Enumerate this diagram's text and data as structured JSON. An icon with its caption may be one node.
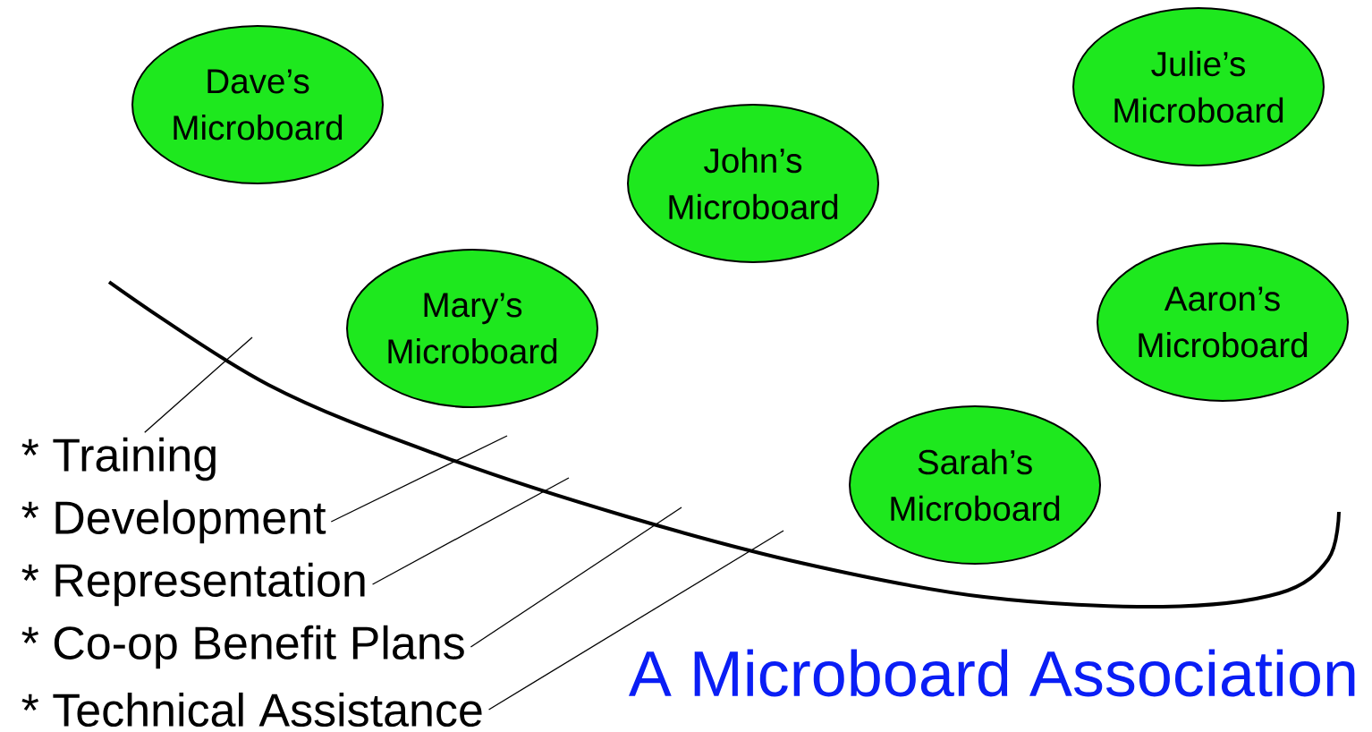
{
  "diagram": {
    "title": "A Microboard Association",
    "nodes": [
      {
        "text": [
          "Dave’s Microboard"
        ]
      },
      {
        "text": [
          "Julie’s Microboard"
        ]
      },
      {
        "text": [
          "John’s Microboard"
        ]
      },
      {
        "text": [
          "Mary’s Microboard"
        ]
      },
      {
        "text": [
          "Aaron’s Microboard"
        ]
      },
      {
        "text": [
          "Sarah’s Microboard"
        ]
      },
      {
        "text": [
          "* Training"
        ]
      },
      {
        "text": [
          "* Development"
        ]
      },
      {
        "text": [
          "* Representation"
        ]
      },
      {
        "text": [
          "* Co-op Benefit Plans"
        ]
      },
      {
        "text": [
          "* Technical Assistance"
        ]
      }
    ],
    "edges": [
      {
        "from": 6,
        "to": null,
        "arrow": "none"
      },
      {
        "from": 7,
        "to": null,
        "arrow": "none"
      },
      {
        "from": 8,
        "to": null,
        "arrow": "none"
      },
      {
        "from": 9,
        "to": null,
        "arrow": "none"
      },
      {
        "from": 10,
        "to": null,
        "arrow": "none"
      }
    ]
  }
}
